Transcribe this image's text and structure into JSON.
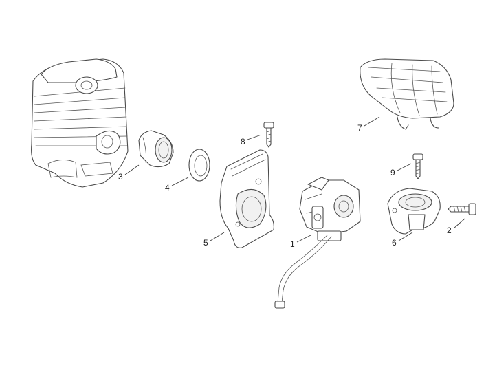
{
  "callouts": {
    "part_1": "1",
    "part_2": "2",
    "part_3": "3",
    "part_4": "4",
    "part_5": "5",
    "part_6": "6",
    "part_7": "7",
    "part_8": "8",
    "part_9": "9"
  },
  "colors": {
    "line": "#4a4a4a",
    "text": "#222222",
    "background": "#ffffff"
  }
}
